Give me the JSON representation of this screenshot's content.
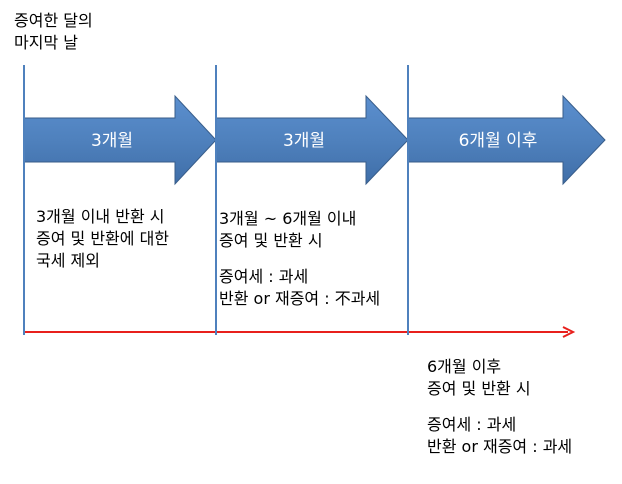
{
  "start_label": {
    "line1": "증여한 달의",
    "line2": "마지막 날"
  },
  "arrows": [
    {
      "label": "3개월"
    },
    {
      "label": "3개월"
    },
    {
      "label": "6개월 이후"
    }
  ],
  "period1": {
    "lines": [
      "3개월 이내 반환 시",
      "증여 및 반환에 대한",
      "국세 제외"
    ]
  },
  "period2": {
    "lines": [
      "3개월 ~ 6개월 이내",
      "증여 및 반환 시"
    ],
    "tax_lines": [
      "증여세 : 과세",
      "반환 or 재증여 : 不과세"
    ]
  },
  "period3": {
    "lines": [
      "6개월 이후",
      "증여 및 반환 시"
    ],
    "tax_lines": [
      "증여세 : 과세",
      "반환 or 재증여 : 과세"
    ]
  },
  "colors": {
    "arrow_fill": "#4f81bd",
    "arrow_stroke": "#385d8a",
    "divider": "#4f81bd",
    "timeline": "#e8201c"
  }
}
